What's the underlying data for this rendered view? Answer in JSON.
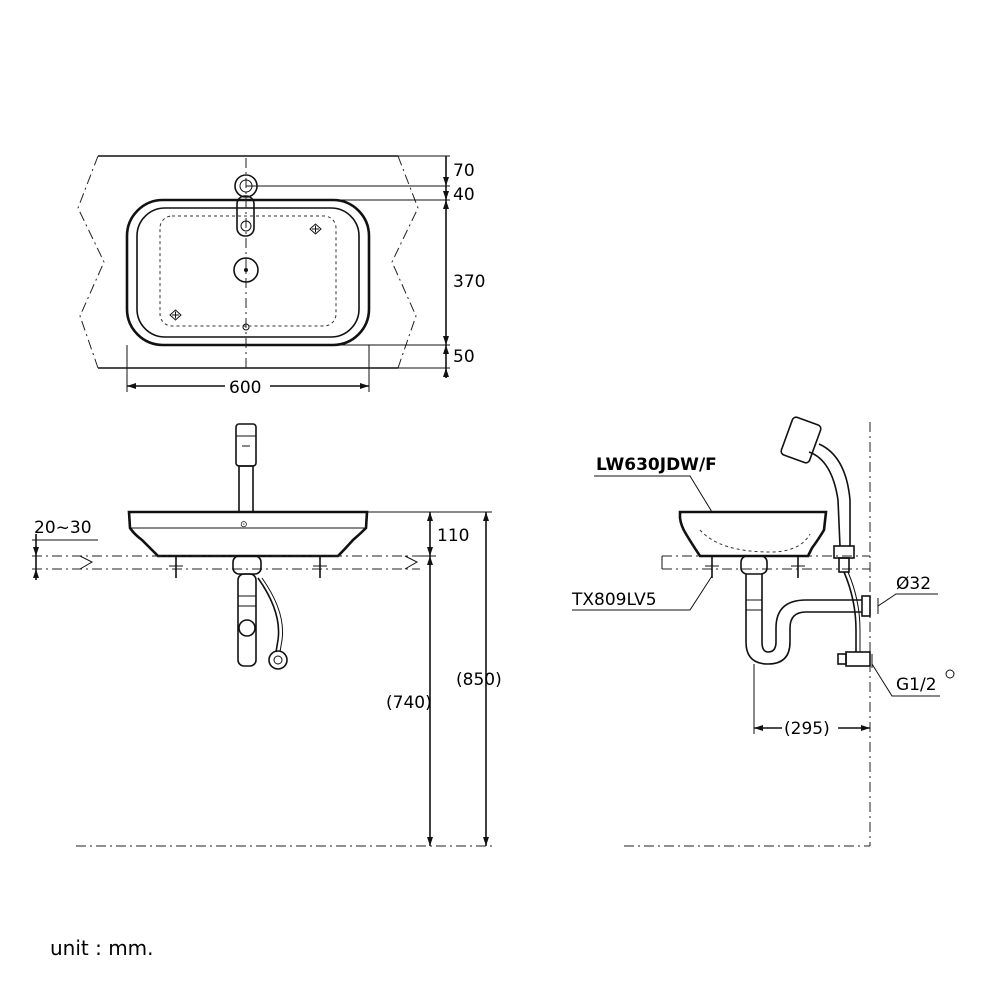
{
  "top_view": {
    "dim_top_offset": "70",
    "dim_faucet_offset": "40",
    "dim_basin_depth": "370",
    "dim_front_offset": "50",
    "dim_width": "600"
  },
  "front_view": {
    "dim_counter_thickness": "20~30",
    "dim_basin_height": "110",
    "dim_counter_height": "(740)",
    "dim_rim_height": "(850)"
  },
  "side_view": {
    "basin_model": "LW630JDW/F",
    "fitting_model": "TX809LV5",
    "dim_drain_diameter": "Ø32",
    "dim_supply_thread": "G1/2",
    "dim_trap_projection": "(295)"
  },
  "footer": {
    "unit_label": "unit : mm."
  }
}
